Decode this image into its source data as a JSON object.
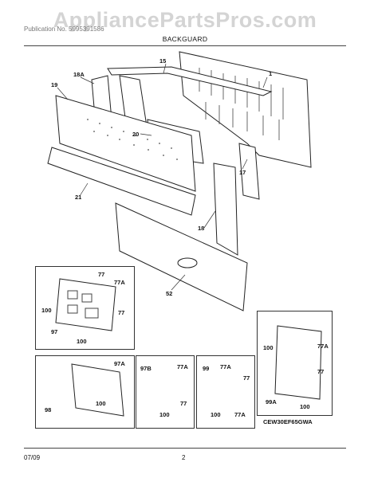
{
  "watermark": "AppliancePartsPros.com",
  "header": {
    "publication": "Publication No. 5995391586",
    "model": "CEW30EF65GWA"
  },
  "section_title": "BACKGUARD",
  "callouts": {
    "c1": "1",
    "c15": "15",
    "c18a": "18A",
    "c19": "19",
    "c20": "20",
    "c17": "17",
    "c21": "21",
    "c18": "18",
    "c52": "52",
    "i1_77a": "77",
    "i1_77b": "77A",
    "i1_77c": "77",
    "i1_100a": "100",
    "i1_97": "97",
    "i1_100b": "100",
    "i2_97a": "97A",
    "i2_98": "98",
    "i2_100": "100",
    "i3_97b": "97B",
    "i3_77a": "77A",
    "i3_77": "77",
    "i3_100": "100",
    "i4_99": "99",
    "i4_77a": "77A",
    "i4_77": "77",
    "i4_100": "100",
    "i4_77a2": "77A",
    "i5_100": "100",
    "i5_77a": "77A",
    "i5_77": "77",
    "i5_99a": "99A",
    "i5_100b": "100"
  },
  "footer": {
    "date": "07/09",
    "page": "2"
  }
}
